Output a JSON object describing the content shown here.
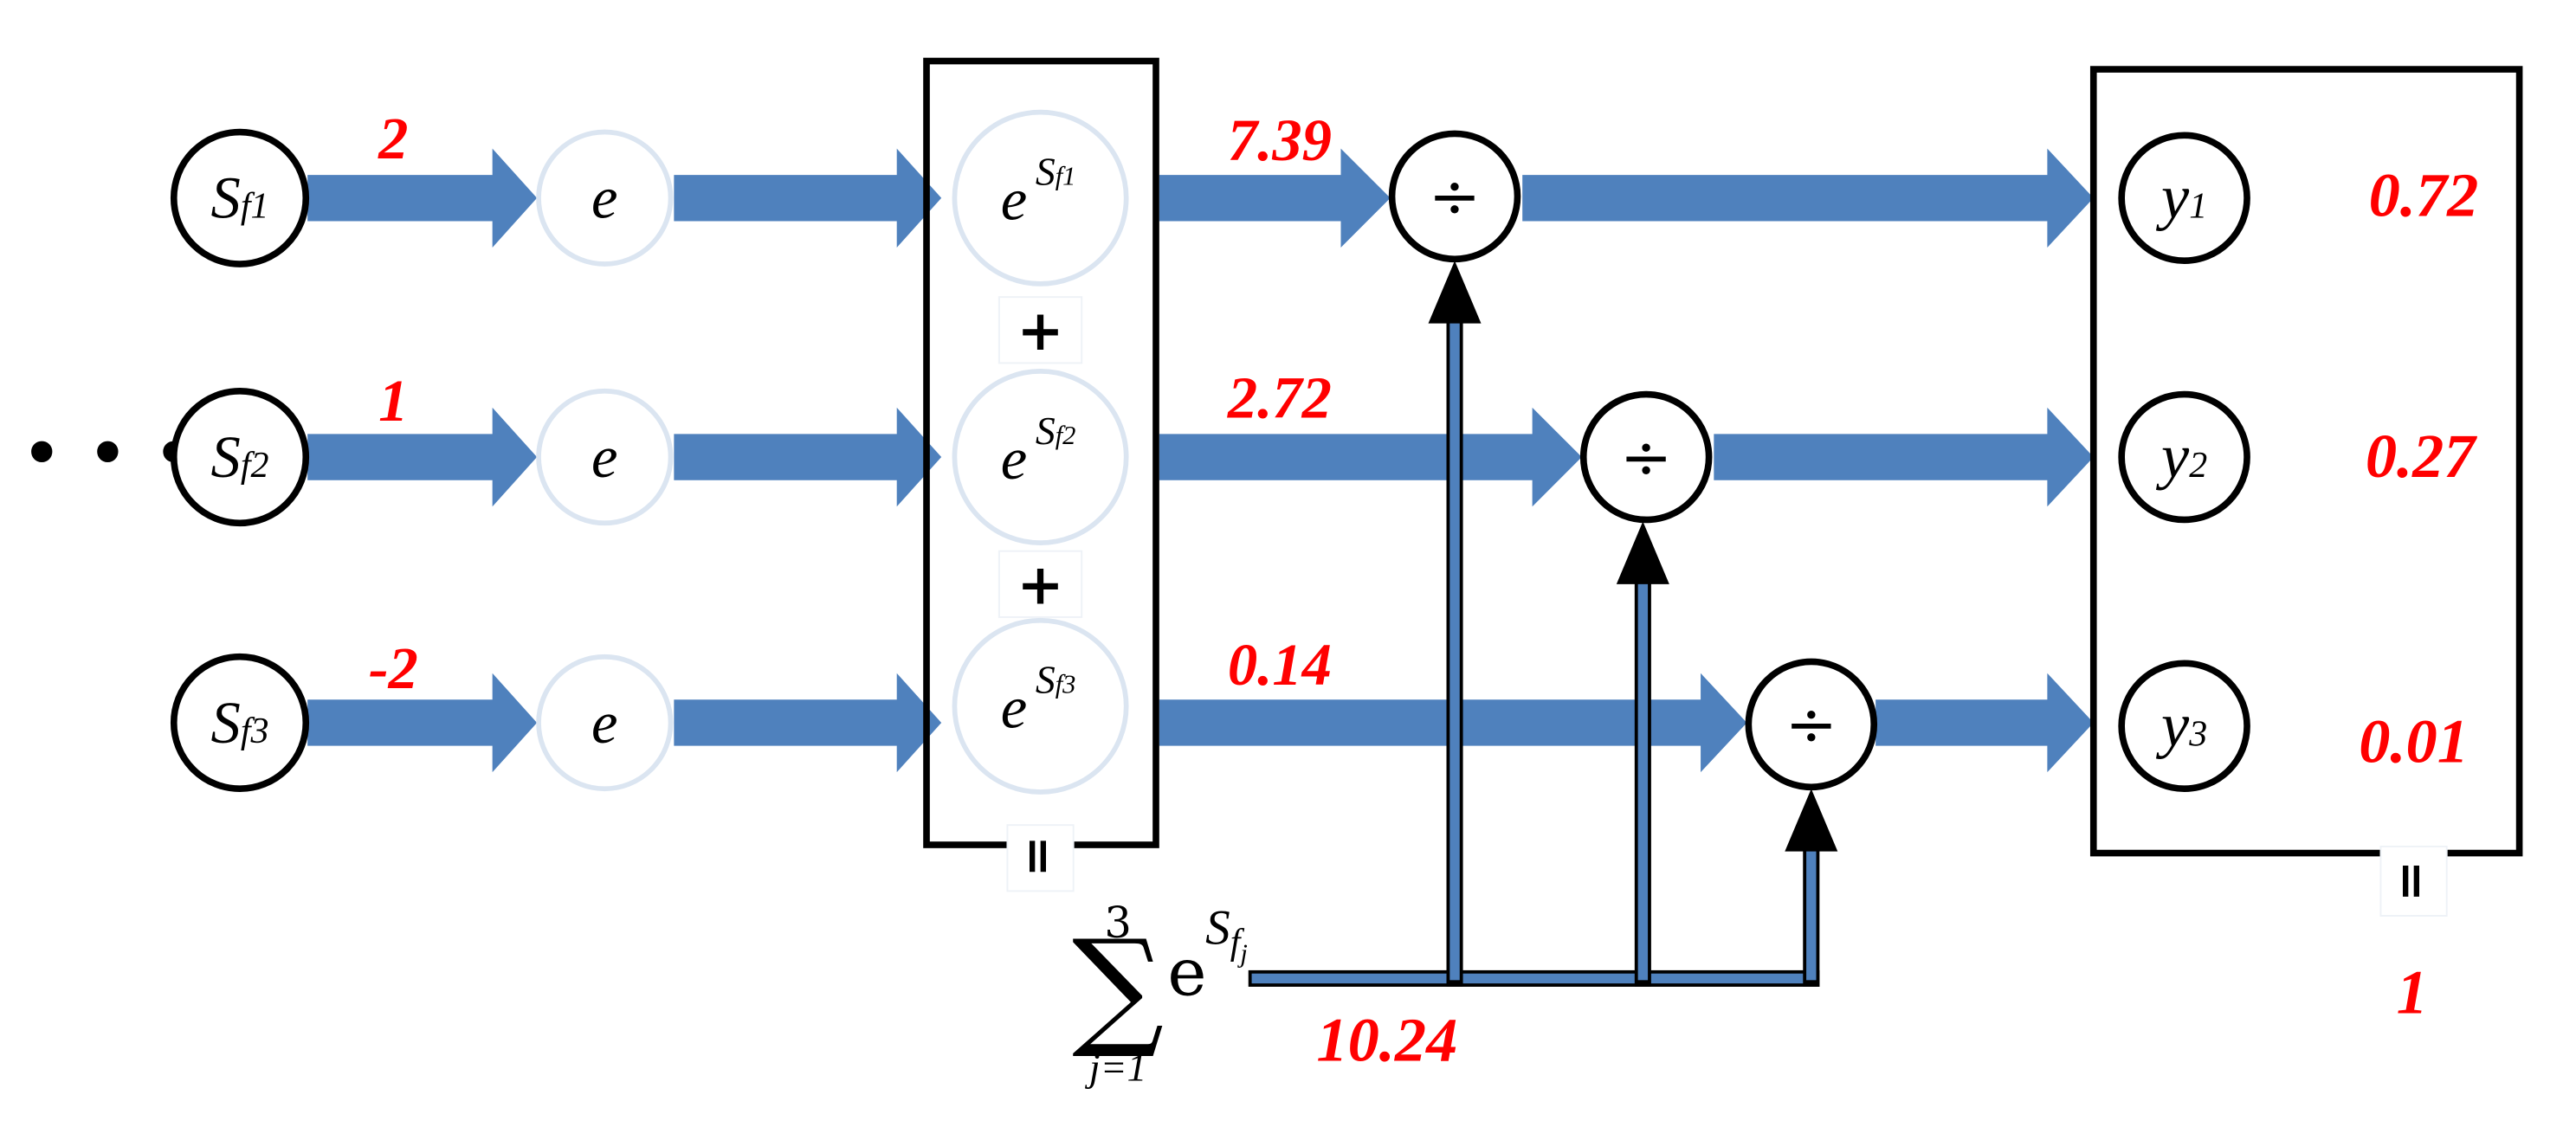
{
  "colors": {
    "arrow": "#4f81bd",
    "values": "#ff0000",
    "stroke": "#000000",
    "soft_node": "#dbe5f1"
  },
  "ellipsis": "• • •",
  "inputs": [
    {
      "symbol": "S",
      "sub": "f1",
      "value": "2"
    },
    {
      "symbol": "S",
      "sub": "f2",
      "value": "1"
    },
    {
      "symbol": "S",
      "sub": "f3",
      "value": "-2"
    }
  ],
  "exp_symbol": "e",
  "exp_terms": [
    {
      "base": "e",
      "sup": "S",
      "sup_sub": "f1",
      "value": "7.39"
    },
    {
      "base": "e",
      "sup": "S",
      "sup_sub": "f2",
      "value": "2.72"
    },
    {
      "base": "e",
      "sup": "S",
      "sup_sub": "f3",
      "value": "0.14"
    }
  ],
  "plus_sign": "+",
  "equals_sign": "=",
  "divide_sign": "÷",
  "sum": {
    "sigma": "∑",
    "upper": "3",
    "lower": "j=1",
    "base": "e",
    "sup": "S",
    "sup_sub": "f",
    "sup_sub_sub": "j",
    "value": "10.24"
  },
  "outputs": [
    {
      "symbol": "y",
      "sub": "1",
      "value": "0.72"
    },
    {
      "symbol": "y",
      "sub": "2",
      "value": "0.27"
    },
    {
      "symbol": "y",
      "sub": "3",
      "value": "0.01"
    }
  ],
  "output_total": "1"
}
